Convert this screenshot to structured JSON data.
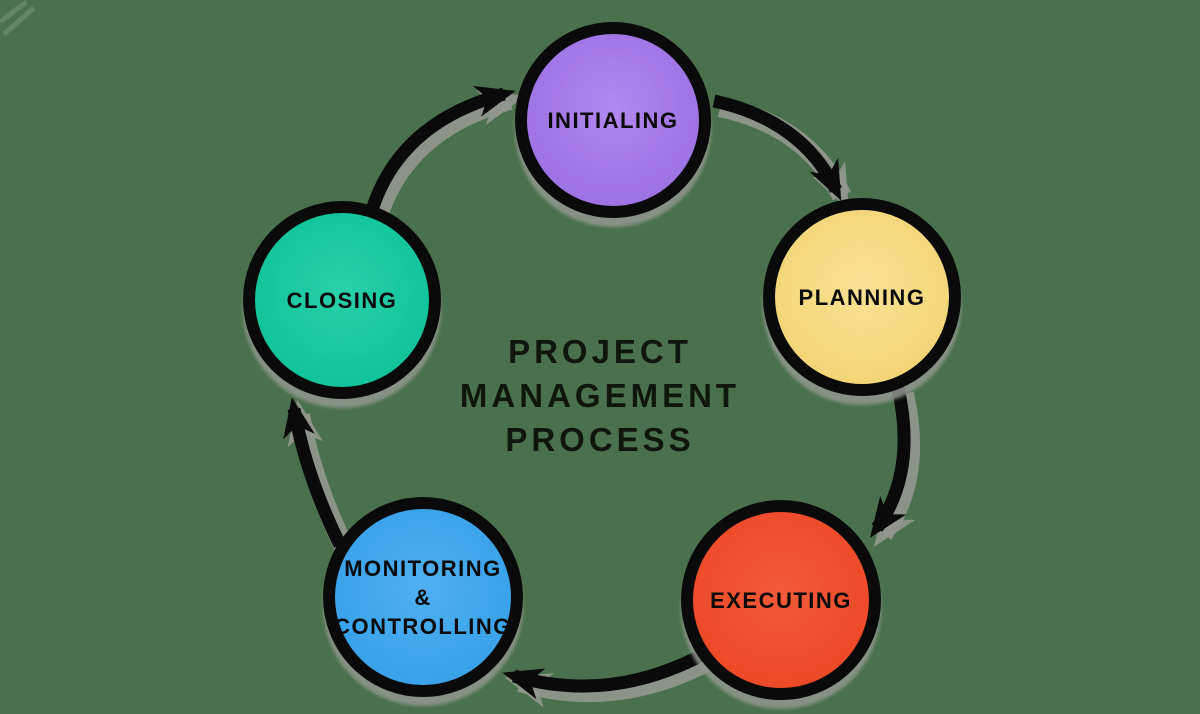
{
  "diagram": {
    "title_lines": [
      "PROJECT",
      "MANAGEMENT",
      "PROCESS"
    ],
    "stages": [
      {
        "id": "initialing",
        "label": "INITIALING",
        "color": "#a377e7",
        "position": "top"
      },
      {
        "id": "planning",
        "label": "PLANNING",
        "color": "#f5d87c",
        "position": "right"
      },
      {
        "id": "executing",
        "label": "EXECUTING",
        "color": "#ee4c2b",
        "position": "bottom-right"
      },
      {
        "id": "monitoring-controlling",
        "label": "MONITORING & CONTROLLING",
        "label_lines": [
          "MONITORING",
          "&",
          "CONTROLLING"
        ],
        "color": "#3ca4ea",
        "position": "bottom-left"
      },
      {
        "id": "closing",
        "label": "CLOSING",
        "color": "#14c69c",
        "position": "left"
      }
    ],
    "flow": [
      {
        "from": "CLOSING",
        "to": "INITIALING"
      },
      {
        "from": "INITIALING",
        "to": "PLANNING"
      },
      {
        "from": "PLANNING",
        "to": "EXECUTING"
      },
      {
        "from": "EXECUTING",
        "to": "MONITORING & CONTROLLING"
      },
      {
        "from": "MONITORING & CONTROLLING",
        "to": "CLOSING"
      }
    ],
    "colors": {
      "background": "#4a714d",
      "ring_and_arrows": "#0a0a0a",
      "drop_shadow": "#93978f",
      "text": "#10160d"
    }
  }
}
